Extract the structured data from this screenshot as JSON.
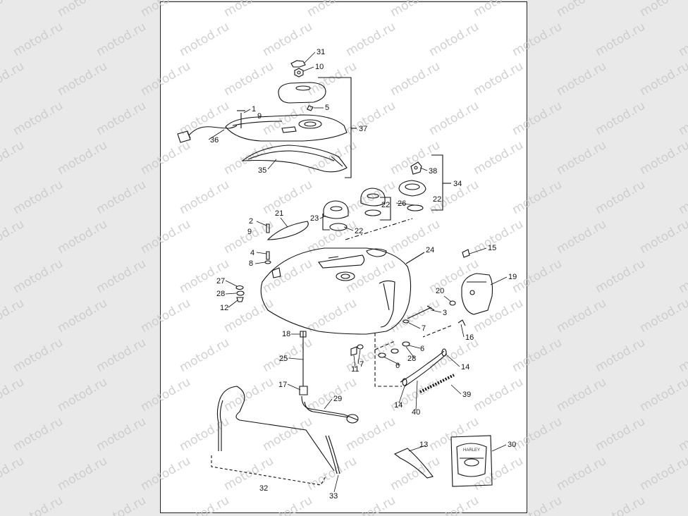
{
  "watermark": "motod.ru",
  "callouts": [
    "31",
    "10",
    "5",
    "1",
    "9",
    "37",
    "36",
    "35",
    "38",
    "34",
    "23",
    "22",
    "22",
    "26",
    "22",
    "2",
    "21",
    "9",
    "4",
    "8",
    "24",
    "15",
    "19",
    "27",
    "28",
    "12",
    "20",
    "3",
    "7",
    "16",
    "18",
    "25",
    "7",
    "6",
    "28",
    "11",
    "6",
    "14",
    "17",
    "29",
    "14",
    "40",
    "39",
    "13",
    "30",
    "32",
    "33"
  ],
  "badge_text": "HARLEY"
}
